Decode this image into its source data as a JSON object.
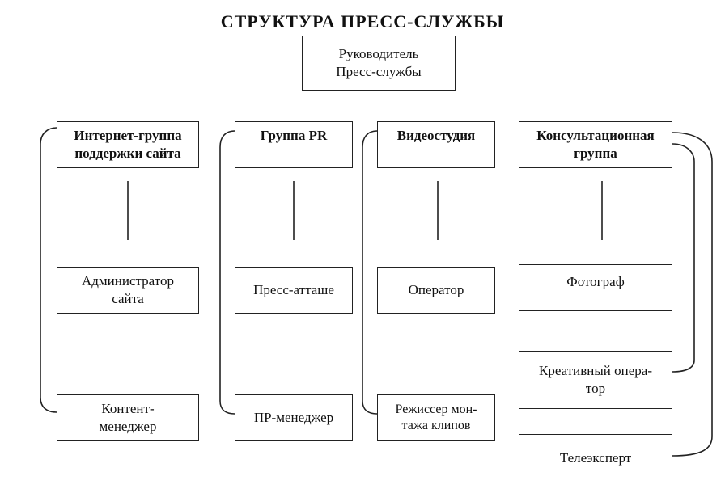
{
  "title": "СТРУКТУРА  ПРЕСС-СЛУЖБЫ",
  "head": "Руководитель\nПресс-службы",
  "groups": [
    {
      "name": "Интернет-группа\nподдержки сайта",
      "members": [
        "Администратор\nсайта",
        "Контент-\nменеджер"
      ]
    },
    {
      "name": "Группа PR",
      "members": [
        "Пресс-атташе",
        "ПР-менеджер"
      ]
    },
    {
      "name": "Видеостудия",
      "members": [
        "Оператор",
        "Режиссер мон-\nтажа клипов"
      ]
    },
    {
      "name": "Консультационная\nгруппа",
      "members": [
        "Фотограф",
        "Креативный опера-\nтор",
        "Телеэксперт"
      ]
    }
  ],
  "colors": {
    "border": "#222222",
    "line": "#222222",
    "background": "#ffffff"
  }
}
